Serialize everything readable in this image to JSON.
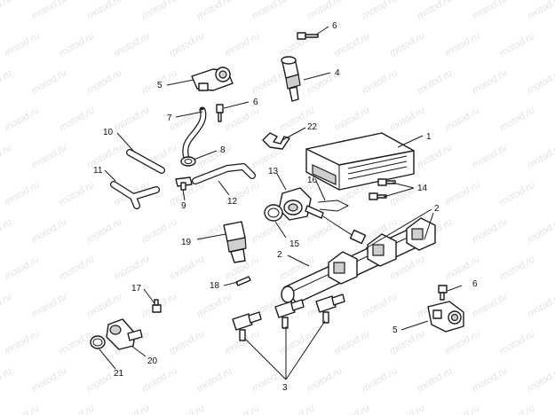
{
  "watermark": {
    "text": "motod.ru",
    "color": "#e3e3e3"
  },
  "callouts": [
    {
      "id": "c1",
      "label": "1"
    },
    {
      "id": "c2a",
      "label": "2"
    },
    {
      "id": "c2b",
      "label": "2"
    },
    {
      "id": "c3",
      "label": "3"
    },
    {
      "id": "c4",
      "label": "4"
    },
    {
      "id": "c5a",
      "label": "5"
    },
    {
      "id": "c5b",
      "label": "5"
    },
    {
      "id": "c6a",
      "label": "6"
    },
    {
      "id": "c6b",
      "label": "6"
    },
    {
      "id": "c6c",
      "label": "6"
    },
    {
      "id": "c7",
      "label": "7"
    },
    {
      "id": "c8",
      "label": "8"
    },
    {
      "id": "c9",
      "label": "9"
    },
    {
      "id": "c10",
      "label": "10"
    },
    {
      "id": "c11",
      "label": "11"
    },
    {
      "id": "c12",
      "label": "12"
    },
    {
      "id": "c13",
      "label": "13"
    },
    {
      "id": "c14",
      "label": "14"
    },
    {
      "id": "c15",
      "label": "15"
    },
    {
      "id": "c16",
      "label": "16"
    },
    {
      "id": "c17",
      "label": "17"
    },
    {
      "id": "c18",
      "label": "18"
    },
    {
      "id": "c19",
      "label": "19"
    },
    {
      "id": "c20",
      "label": "20"
    },
    {
      "id": "c21",
      "label": "21"
    },
    {
      "id": "c22",
      "label": "22"
    }
  ]
}
